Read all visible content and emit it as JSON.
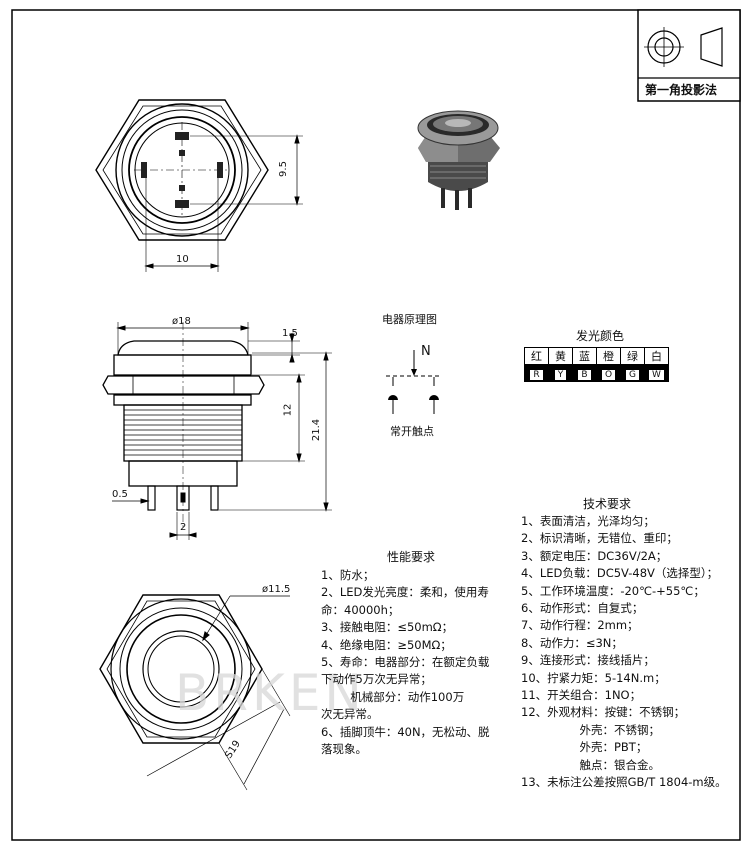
{
  "projection_label": "第一角投影法",
  "dims": {
    "top_width": "10",
    "top_height": "9.5",
    "side_diameter": "ø18",
    "side_step": "1.5",
    "side_thread": "12",
    "side_total": "21.4",
    "side_pin_offset": "0.5",
    "side_pin_spacing": "2",
    "bottom_diameter": "ø11.5",
    "bottom_hex": "S19"
  },
  "schematic": {
    "title": "电器原理图",
    "label_n": "N",
    "caption": "常开触点"
  },
  "colors": {
    "title": "发光颜色",
    "names": [
      "红",
      "黄",
      "蓝",
      "橙",
      "绿",
      "白"
    ],
    "codes": [
      "R",
      "Y",
      "B",
      "O",
      "G",
      "W"
    ]
  },
  "performance": {
    "title": "性能要求",
    "lines": [
      "1、防水；",
      "2、LED发光亮度：柔和，使用寿",
      "命：40000h；",
      "3、接触电阻：≤50mΩ；",
      "4、绝缘电阻：≥50MΩ；",
      "5、寿命：电器部分：在额定负载",
      "下动作5万次无异常；",
      "        机械部分：动作100万",
      "次无异常。",
      "6、插脚顶牛：40N，无松动、脱",
      "落现象。"
    ]
  },
  "technical": {
    "title": "技术要求",
    "lines": [
      "1、表面清洁，光泽均匀；",
      "2、标识清晰，无错位、重印；",
      "3、额定电压：DC36V/2A；",
      "4、LED负载：DC5V-48V（选择型）；",
      "5、工作环境温度：-20℃-+55℃；",
      "6、动作形式：自复式；",
      "7、动作行程：2mm；",
      "8、动作力：≤3N；",
      "9、连接形式：接线插片；",
      "10、拧紧力矩：5-14N.m；",
      "11、开关组合：1NO；",
      "12、外观材料：按键：不锈钢；",
      "                外壳：不锈钢；",
      "                外壳：PBT；",
      "                触点：银合金。",
      "13、未标注公差按照GB/T 1804-m级。"
    ]
  },
  "watermark": "BRKEN"
}
